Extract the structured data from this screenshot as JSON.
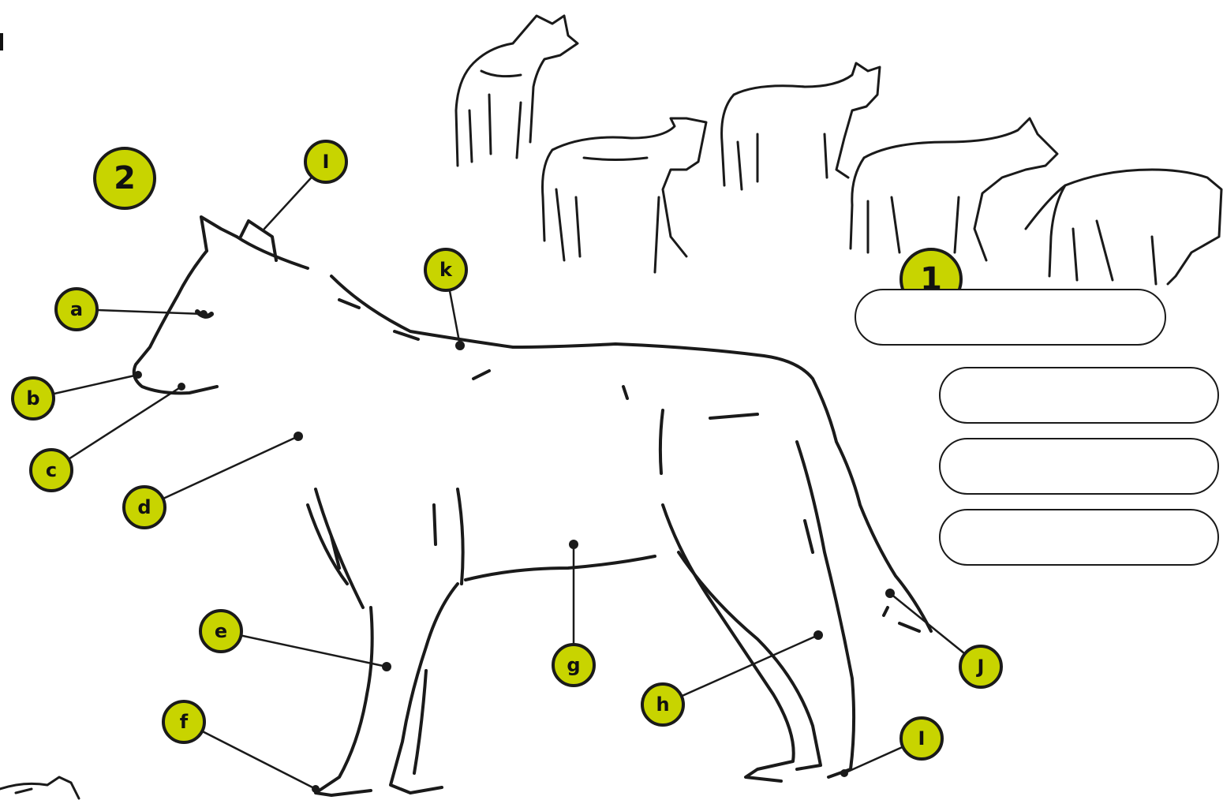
{
  "section_badges": [
    "1",
    "2"
  ],
  "labels": {
    "a": "a",
    "b": "b",
    "c": "c",
    "d": "d",
    "e": "e",
    "f": "f",
    "g": "g",
    "h": "h",
    "i": "I",
    "j": "J",
    "k": "k",
    "l": "I"
  },
  "answer_boxes": [
    "",
    "",
    "",
    ""
  ],
  "colors": {
    "badge_fill": "#c8d400",
    "ink": "#1a1a1a"
  }
}
